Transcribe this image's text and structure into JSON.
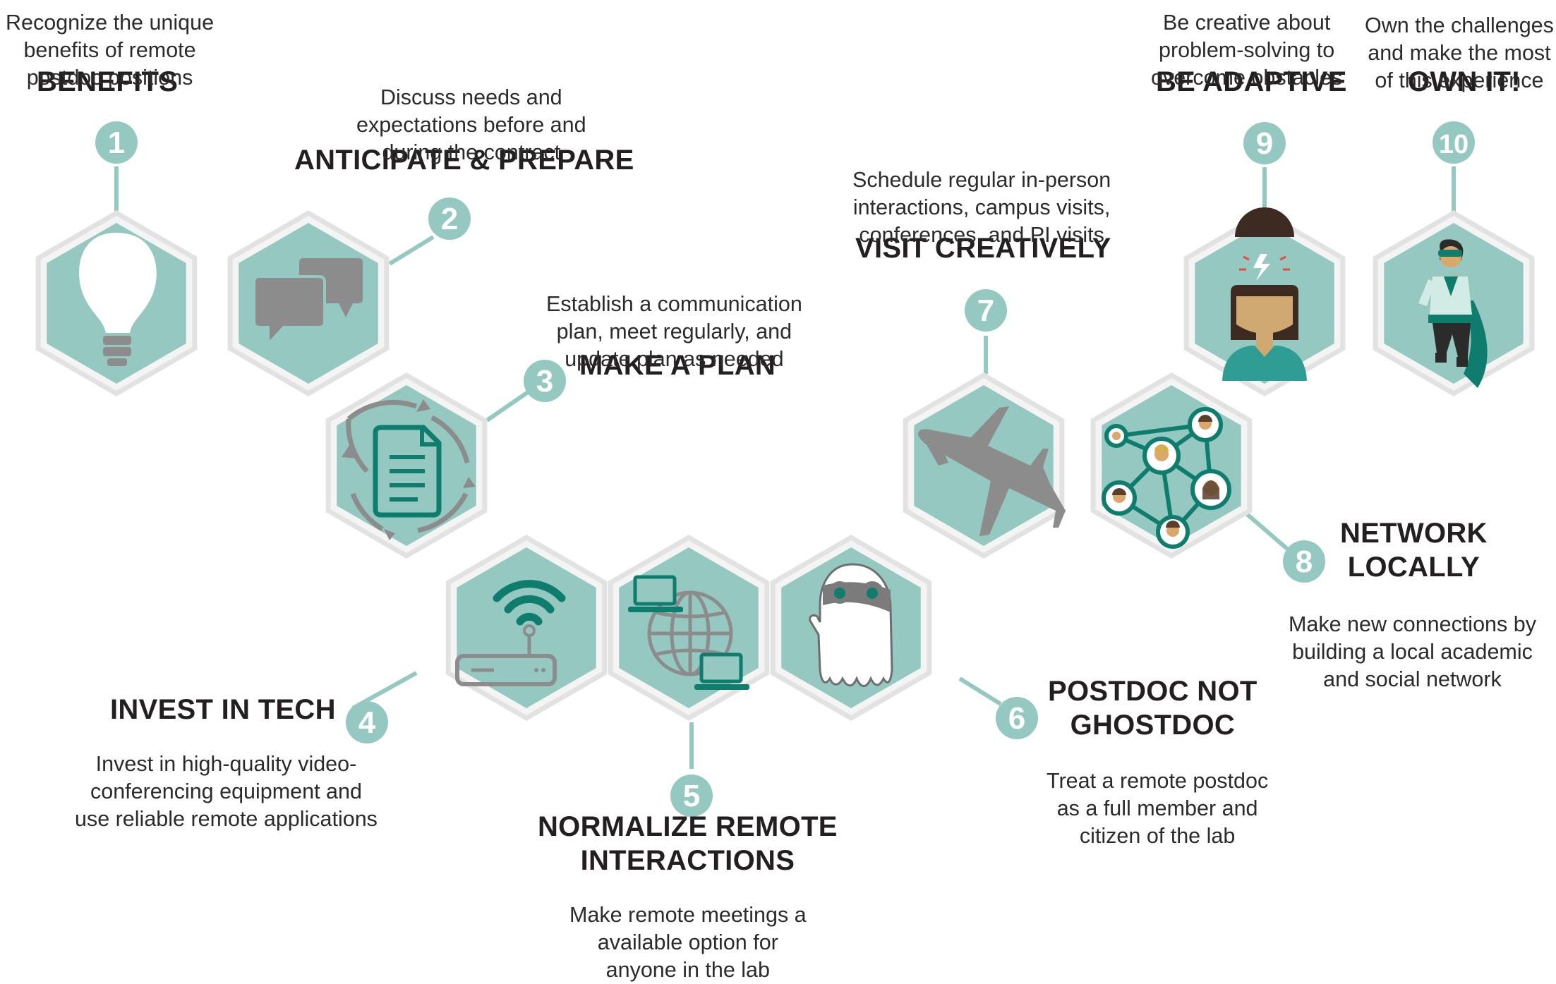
{
  "colors": {
    "teal": "#94c8c1",
    "dark_teal": "#0f7d6e",
    "gray_icon": "#8c8c8c",
    "hex_border": "#e2e2e2",
    "text": "#231f20"
  },
  "steps": [
    {
      "number": "1",
      "title_lines": [
        "BENEFITS"
      ],
      "desc_lines": [
        "Recognize the unique",
        "benefits of remote",
        "postdoc positions"
      ],
      "icon": "lightbulb-icon"
    },
    {
      "number": "2",
      "title_lines": [
        "ANTICIPATE & PREPARE"
      ],
      "desc_lines": [
        "Discuss needs and",
        "expectations before and",
        "during the contract"
      ],
      "icon": "chat-bubbles-icon"
    },
    {
      "number": "3",
      "title_lines": [
        "MAKE A PLAN"
      ],
      "desc_lines": [
        "Establish a communication",
        "plan, meet regularly, and",
        "update plan as needed"
      ],
      "icon": "document-cycle-icon"
    },
    {
      "number": "4",
      "title_lines": [
        "INVEST IN TECH"
      ],
      "desc_lines": [
        "Invest in high-quality video-",
        "conferencing equipment and",
        "use reliable remote applications"
      ],
      "icon": "wifi-router-icon"
    },
    {
      "number": "5",
      "title_lines": [
        "NORMALIZE REMOTE",
        "INTERACTIONS"
      ],
      "desc_lines": [
        "Make remote meetings a",
        "available option for",
        "anyone in the lab"
      ],
      "icon": "globe-laptops-icon"
    },
    {
      "number": "6",
      "title_lines": [
        "POSTDOC NOT",
        "GHOSTDOC"
      ],
      "desc_lines": [
        "Treat a remote postdoc",
        "as a full member and",
        "citizen of the lab"
      ],
      "icon": "ghost-icon"
    },
    {
      "number": "7",
      "title_lines": [
        "VISIT CREATIVELY"
      ],
      "desc_lines": [
        "Schedule regular in-person",
        "interactions, campus visits,",
        "conferences, and PI visits"
      ],
      "icon": "airplane-icon"
    },
    {
      "number": "8",
      "title_lines": [
        "NETWORK",
        "LOCALLY"
      ],
      "desc_lines": [
        "Make new connections by",
        "building a local academic",
        "and social network"
      ],
      "icon": "network-icon"
    },
    {
      "number": "9",
      "title_lines": [
        "BE ADAPTIVE"
      ],
      "desc_lines": [
        "Be creative about",
        "problem-solving to",
        "overcome obstacles"
      ],
      "icon": "adaptive-person-icon"
    },
    {
      "number": "10",
      "title_lines": [
        "OWN IT!"
      ],
      "desc_lines": [
        "Own the challenges",
        "and make the most",
        "of this experience"
      ],
      "icon": "superhero-icon"
    }
  ]
}
